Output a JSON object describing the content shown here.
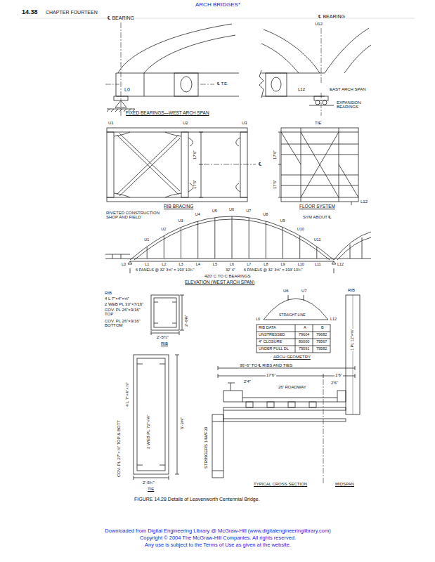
{
  "diagram": {
    "title": "ARCH BRIDGES*",
    "caption": "FIGURE 14.28 Details of Leavenworth Centennial Bridge.",
    "labels": [
      "14.38",
      "CHAPTER FOURTEEN",
      "℄ BEARING",
      "L0",
      "℄ T.E.",
      "FIXED BEARINGS—WEST ARCH SPAN",
      "℄ BEARING",
      "U12",
      "L12",
      "EAST ARCH SPAN",
      "EXPANSION BEARINGS",
      "U1",
      "U2",
      "U3",
      "17'6\"",
      "17'6\"",
      "℄",
      "RIB BRACING",
      "TIE",
      "17'6\"",
      "17'6\"",
      "FLOOR SYSTEM",
      "L12",
      "RIVETED CONSTRUCTION SHOP AND FIELD",
      "U1",
      "U2",
      "U3",
      "U4",
      "U5",
      "U6",
      "U7",
      "U8",
      "U9",
      "U10",
      "U11",
      "L0",
      "L1",
      "L2",
      "L3",
      "L4",
      "L5",
      "L6",
      "L7",
      "L8",
      "L9",
      "L10",
      "L11",
      "L12",
      "SYM ABOUT ℄",
      "6 PANELS @ 32' 3⅝\" = 193' 10¾\"",
      "32' 4\"",
      "6 PANELS @ 32' 3⅝\" = 193' 10¾\"",
      "420' C TO C BEARINGS",
      "ELEVATION (WEST ARCH SPAN)",
      "RIB",
      "4 L 7\"×4\"×⅝\"",
      "2 WEB PL 33\"×7/16\"",
      "COV. PL 26\"×9/16\" TOP",
      "COV. PL 26\"×9/16\" BOTTOM",
      "2'-6⅜\"",
      "2'-5½\"",
      "RIB",
      "6'-3⅝\"",
      "4 L 7\"×4\"×⅞\"",
      "2 WEB PL 72\"×⅝\"",
      "COV. PL 27\"×⅞\" TOP & BOTT",
      "2'-5¾\"",
      "TIE",
      "U6",
      "U7",
      "L0",
      "STRAIGHT LINE",
      "L12",
      "RIB DATA",
      "A",
      "B",
      "UNSTRESSED",
      "79604",
      "79682",
      "4\" CLOSURE",
      "80000",
      "79567",
      "UNDER FULL DL",
      "79591",
      "79582",
      "ARCH GEOMETRY",
      "RIB",
      "1 PL 12\"×⅝\"",
      "36'-6\" TO ℄ RIBS AND TIES",
      "17'6\"",
      "1'6\"",
      "2'4\"",
      "26' ROADWAY",
      "2'6\"",
      "STRINGERS 14WF30",
      "TYPICAL CROSS SECTION",
      "MIDSPAN",
      "Downloaded from Digital Engineering Library @ McGraw-Hill (www.digitalengineeringlibrary.com)",
      "Copyright © 2004 The McGraw-Hill Companies. All rights reserved.",
      "Any use is subject to the Terms of Use as given at the website."
    ]
  }
}
